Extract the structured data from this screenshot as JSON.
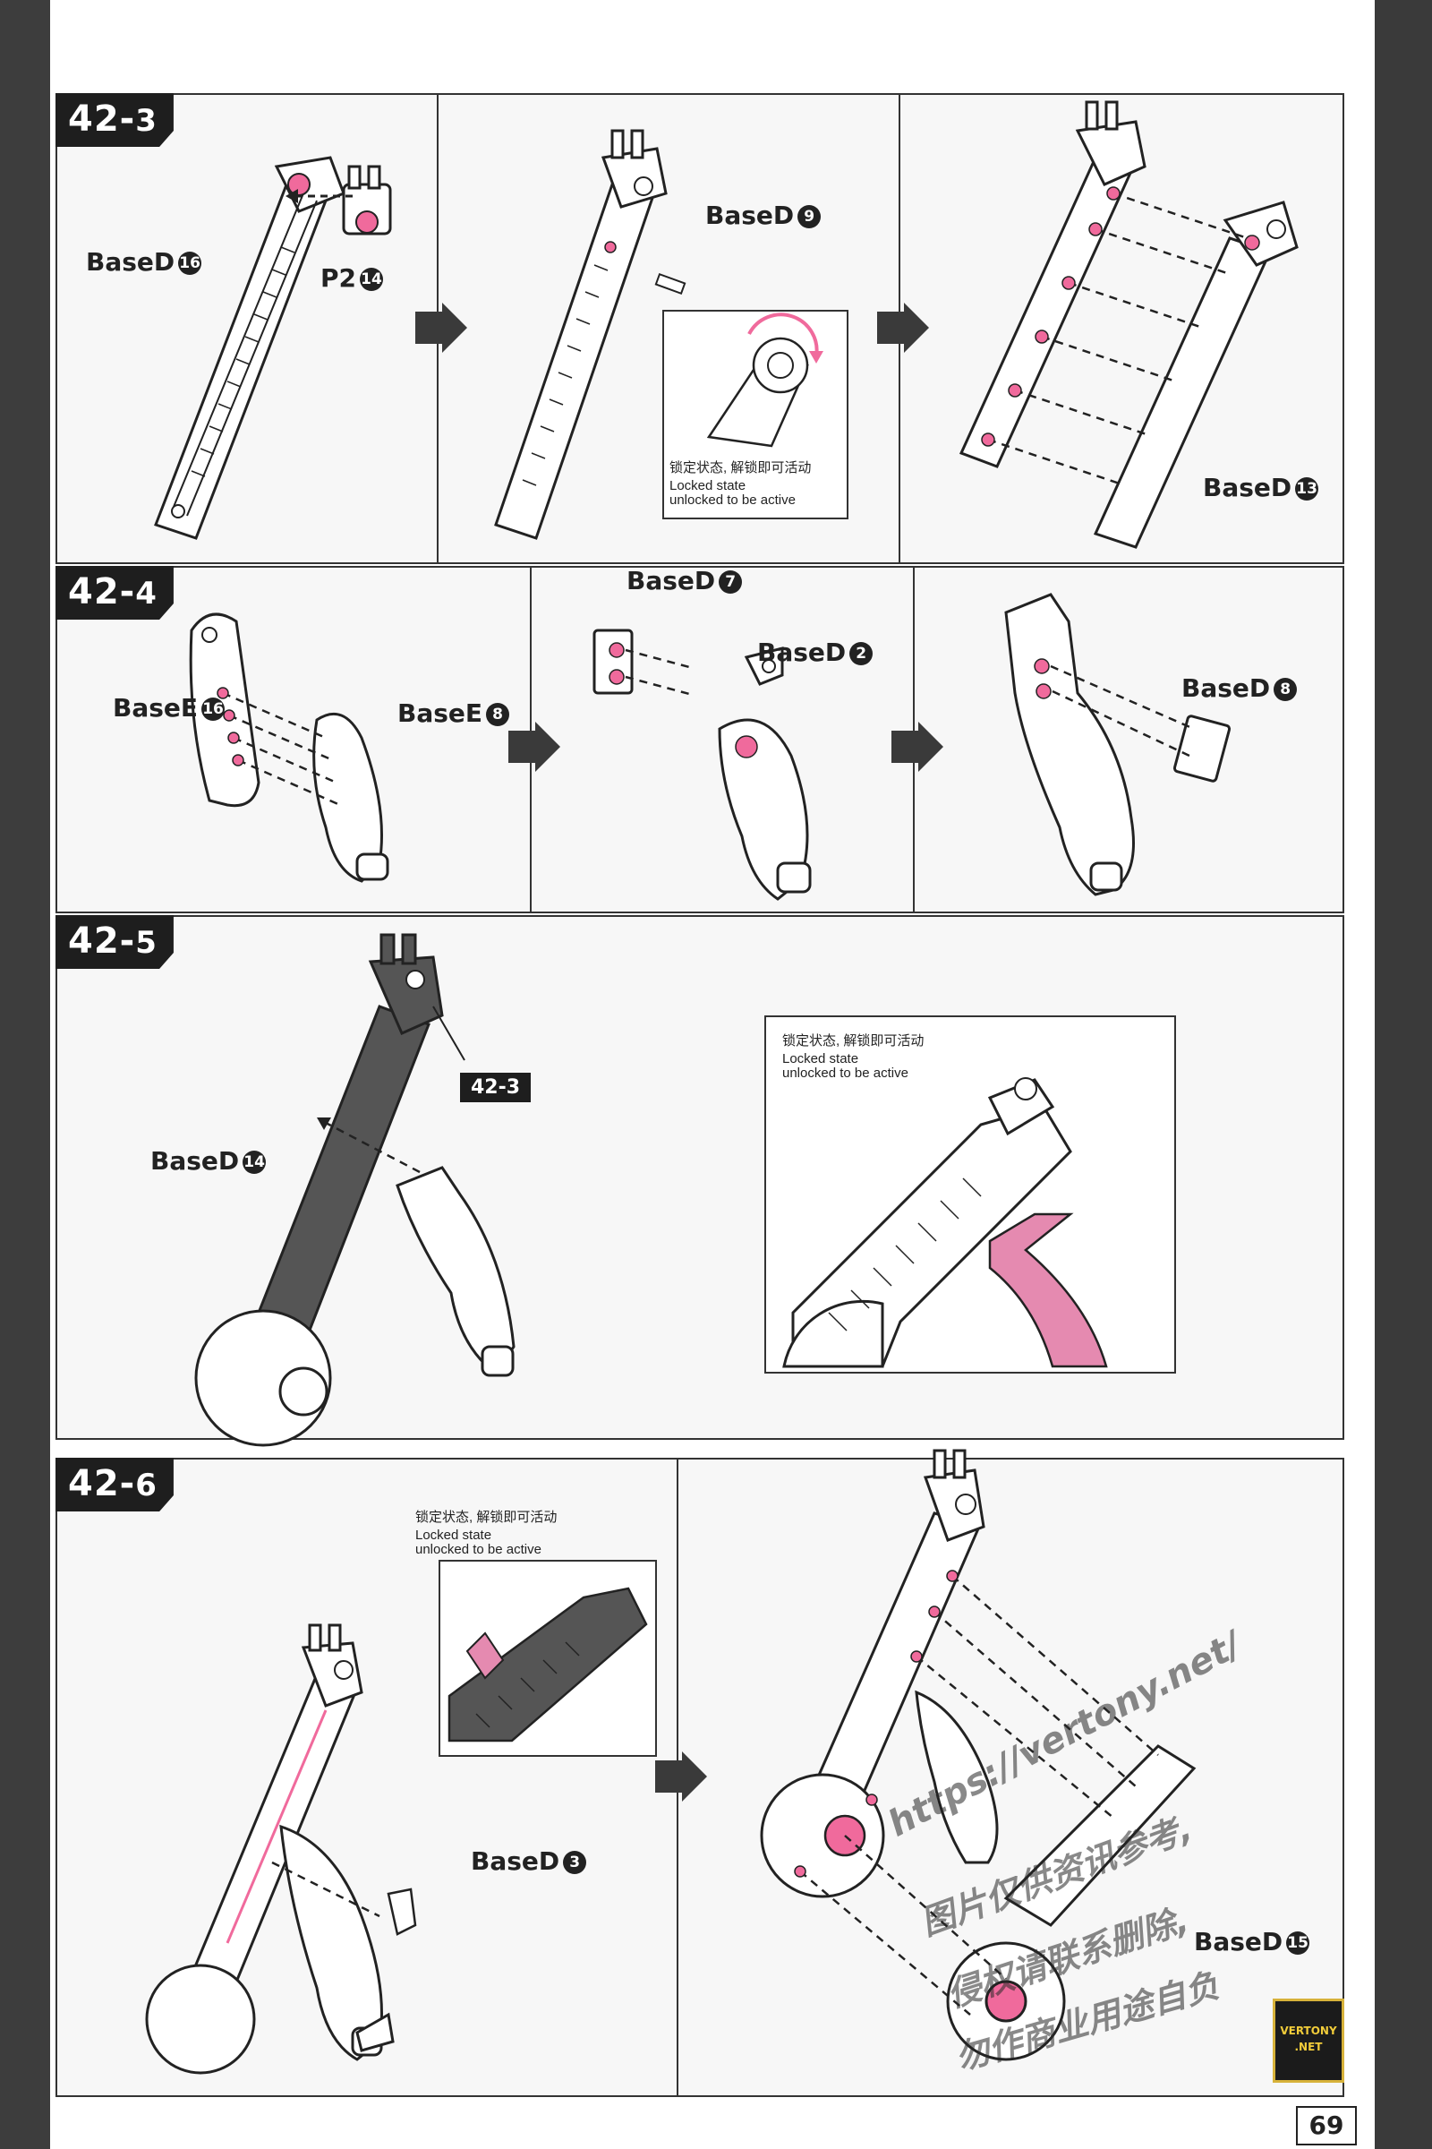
{
  "page_number": "69",
  "brand_logo": "VERTONY .NET",
  "watermark": {
    "url": "https://vertony.net/",
    "line1": "图片仅供资讯参考,",
    "line2": "侵权请联系删除,",
    "line3": "勿作商业用途自负"
  },
  "steps": [
    {
      "id": "42-3",
      "main": "42-",
      "sub": "3",
      "labels": {
        "base_d16": "BaseD",
        "base_d16_num": "16",
        "p2_14": "P2",
        "p2_14_num": "14",
        "base_d9": "BaseD",
        "base_d9_num": "9",
        "base_d13": "BaseD",
        "base_d13_num": "13"
      },
      "note": {
        "cn": "锁定状态, 解锁即可活动",
        "en1": "Locked state",
        "en2": "unlocked to be active"
      }
    },
    {
      "id": "42-4",
      "main": "42-",
      "sub": "4",
      "labels": {
        "base_e16": "BaseE",
        "base_e16_num": "16",
        "base_e8": "BaseE",
        "base_e8_num": "8",
        "base_d7": "BaseD",
        "base_d7_num": "7",
        "base_d2": "BaseD",
        "base_d2_num": "2",
        "base_d8": "BaseD",
        "base_d8_num": "8"
      }
    },
    {
      "id": "42-5",
      "main": "42-",
      "sub": "5",
      "ref_tag": "42-3",
      "labels": {
        "base_d14": "BaseD",
        "base_d14_num": "14"
      },
      "note": {
        "cn": "锁定状态, 解锁即可活动",
        "en1": "Locked state",
        "en2": "unlocked to be active"
      }
    },
    {
      "id": "42-6",
      "main": "42-",
      "sub": "6",
      "labels": {
        "base_d3": "BaseD",
        "base_d3_num": "3",
        "base_d15": "BaseD",
        "base_d15_num": "15"
      },
      "note": {
        "cn": "锁定状态, 解锁即可活动",
        "en1": "Locked state",
        "en2": "unlocked to be active"
      }
    }
  ],
  "colors": {
    "accent_pink": "#f06a9c",
    "ink": "#222222",
    "panel_bg": "#f7f7f7",
    "page_edge": "#3d3d3d"
  }
}
